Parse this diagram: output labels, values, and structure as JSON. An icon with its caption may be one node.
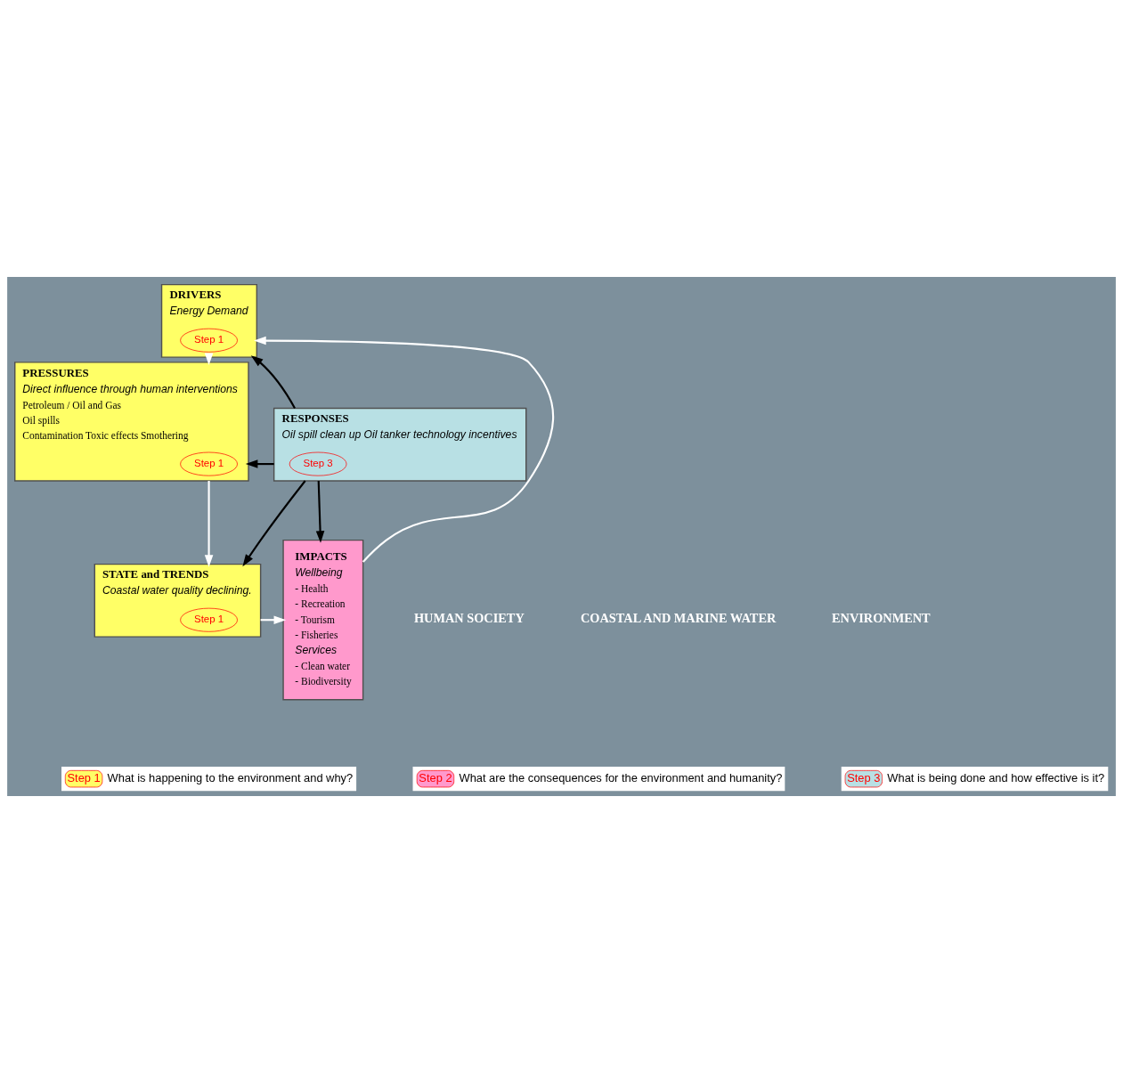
{
  "diagram": {
    "nodes": [
      {
        "text": [
          "DRIVERS",
          "Energy Demand"
        ]
      },
      {
        "text": [
          "Step 1"
        ],
        "in": 0
      },
      {
        "text": [
          "PRESSURES",
          "Direct influence through human interventions",
          "Petroleum / Oil and Gas",
          "Oil spills",
          "Contamination Toxic effects Smothering"
        ]
      },
      {
        "text": [
          "Step 1"
        ],
        "in": 2
      },
      {
        "text": [
          "RESPONSES",
          "Oil spill clean up Oil tanker technology incentives"
        ]
      },
      {
        "text": [
          "Step 3"
        ],
        "in": 4
      },
      {
        "text": [
          "IMPACTS",
          "Wellbeing",
          "- Health",
          "- Recreation",
          "- Tourism",
          "- Fisheries",
          "Services",
          "- Clean water",
          "- Biodiversity"
        ]
      },
      {
        "text": [
          "STATE and TRENDS",
          "Coastal water quality declining."
        ]
      },
      {
        "text": [
          "Step 1"
        ],
        "in": 7
      }
    ],
    "edges": [
      {
        "from": 0,
        "to": 2,
        "arrow": "to",
        "color": "#ffffff"
      },
      {
        "from": 6,
        "to": 0,
        "arrow": "to",
        "color": "#ffffff"
      },
      {
        "from": 2,
        "to": 7,
        "arrow": "to",
        "color": "#ffffff"
      },
      {
        "from": 7,
        "to": 6,
        "arrow": "to",
        "color": "#ffffff"
      },
      {
        "from": 4,
        "to": 0,
        "arrow": "to"
      },
      {
        "from": 4,
        "to": 2,
        "arrow": "to"
      },
      {
        "from": 4,
        "to": 6,
        "arrow": "to"
      },
      {
        "from": 4,
        "to": 7,
        "arrow": "to"
      }
    ],
    "labels": [
      "HUMAN SOCIETY",
      "COASTAL AND MARINE WATER",
      "ENVIRONMENT",
      "What is happening to the environment and why?",
      "What are the consequences for the environment and humanity?",
      "What is being done and how effective is it?"
    ],
    "legend": [
      {
        "text": "Step 1",
        "color": "#ffff66"
      },
      {
        "text": "Step 2",
        "color": "#ff99cc"
      },
      {
        "text": "Step 3",
        "color": "#b8e0e4"
      }
    ]
  }
}
